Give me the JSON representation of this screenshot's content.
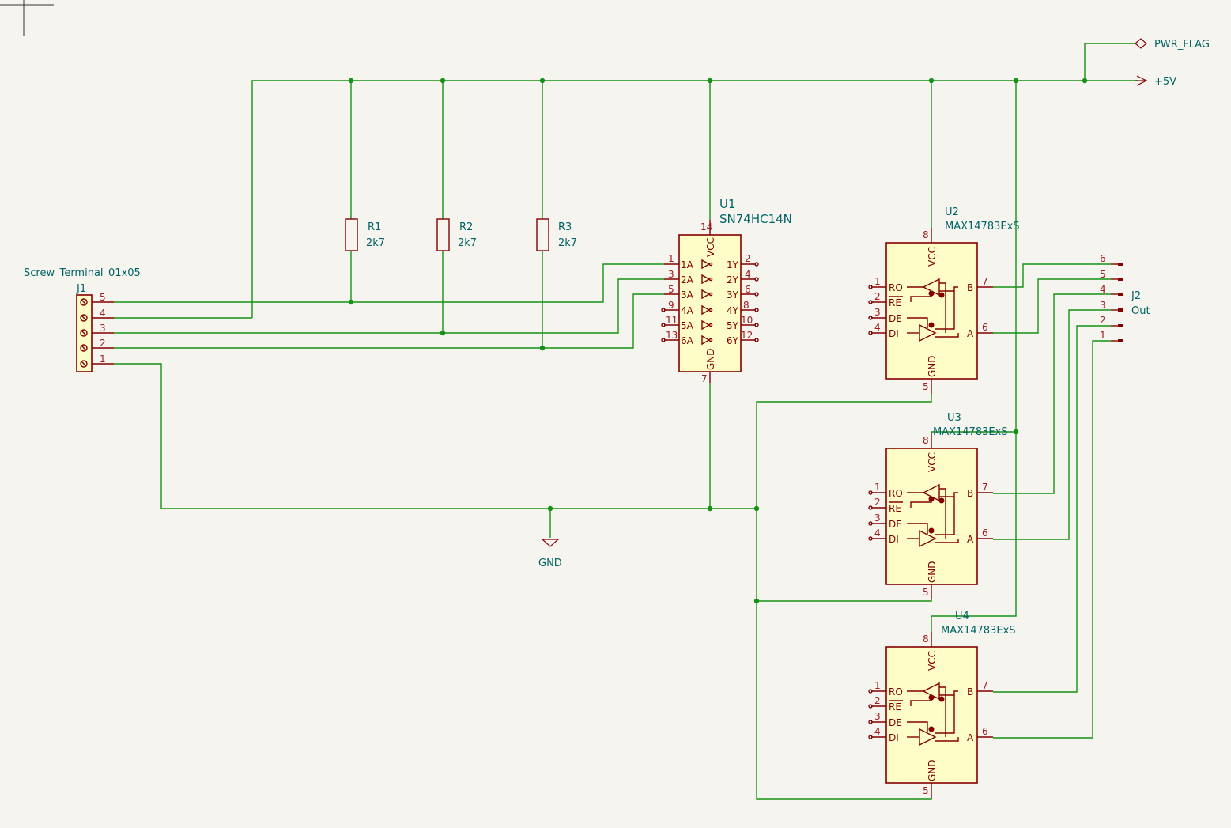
{
  "power": {
    "vcc_label": "+5V",
    "pwr_flag_label": "PWR_FLAG",
    "gnd_label": "GND"
  },
  "j1": {
    "ref": "J1",
    "value": "Screw_Terminal_01x05",
    "pins": [
      "5",
      "4",
      "3",
      "2",
      "1"
    ]
  },
  "j2": {
    "ref": "J2",
    "value": "Out",
    "pins": [
      "6",
      "5",
      "4",
      "3",
      "2",
      "1"
    ]
  },
  "resistors": [
    {
      "ref": "R1",
      "value": "2k7"
    },
    {
      "ref": "R2",
      "value": "2k7"
    },
    {
      "ref": "R3",
      "value": "2k7"
    }
  ],
  "u1": {
    "ref": "U1",
    "value": "SN74HC14N",
    "vcc_pin_name": "VCC",
    "gnd_pin_name": "GND",
    "vcc_pin": "14",
    "gnd_pin": "7",
    "inputs": [
      {
        "num": "1",
        "name": "1A"
      },
      {
        "num": "3",
        "name": "2A"
      },
      {
        "num": "5",
        "name": "3A"
      },
      {
        "num": "9",
        "name": "4A"
      },
      {
        "num": "11",
        "name": "5A"
      },
      {
        "num": "13",
        "name": "6A"
      }
    ],
    "outputs": [
      {
        "num": "2",
        "name": "1Y"
      },
      {
        "num": "4",
        "name": "2Y"
      },
      {
        "num": "6",
        "name": "3Y"
      },
      {
        "num": "8",
        "name": "4Y"
      },
      {
        "num": "10",
        "name": "5Y"
      },
      {
        "num": "12",
        "name": "6Y"
      }
    ]
  },
  "transceivers": [
    {
      "ref": "U2",
      "value": "MAX14783ExS"
    },
    {
      "ref": "U3",
      "value": "MAX14783ExS"
    },
    {
      "ref": "U4",
      "value": "MAX14783ExS"
    }
  ],
  "transceiver_pins": {
    "vcc_name": "VCC",
    "gnd_name": "GND",
    "vcc_num": "8",
    "gnd_num": "5",
    "left": [
      {
        "num": "1",
        "name": "RO"
      },
      {
        "num": "2",
        "name": "RE"
      },
      {
        "num": "3",
        "name": "DE"
      },
      {
        "num": "4",
        "name": "DI"
      }
    ],
    "right": [
      {
        "num": "7",
        "name": "B"
      },
      {
        "num": "6",
        "name": "A"
      }
    ]
  },
  "colors": {
    "wire": "#159215",
    "symbol": "#840000",
    "symbol_fill": "#fefdc8",
    "label_text": "#006464",
    "background": "#f5f4ef"
  }
}
